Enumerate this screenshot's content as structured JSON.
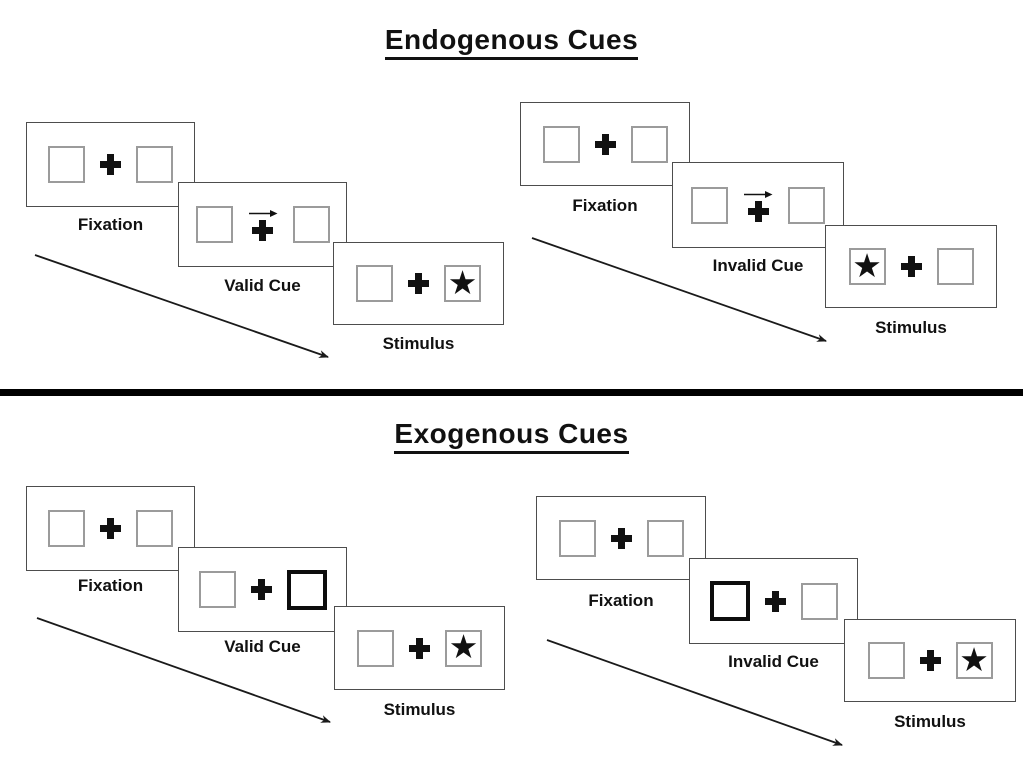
{
  "figure": {
    "sections": [
      {
        "title": "Endogenous Cues",
        "groups": [
          {
            "name": "valid-trial",
            "panels": [
              {
                "label": "Fixation",
                "left_box": "empty",
                "right_box": "empty",
                "cue": "none"
              },
              {
                "label": "Valid Cue",
                "left_box": "empty",
                "right_box": "empty",
                "cue": "arrow-right"
              },
              {
                "label": "Stimulus",
                "left_box": "empty",
                "right_box": "star",
                "cue": "none"
              }
            ]
          },
          {
            "name": "invalid-trial",
            "panels": [
              {
                "label": "Fixation",
                "left_box": "empty",
                "right_box": "empty",
                "cue": "none"
              },
              {
                "label": "Invalid Cue",
                "left_box": "empty",
                "right_box": "empty",
                "cue": "arrow-right"
              },
              {
                "label": "Stimulus",
                "left_box": "star",
                "right_box": "empty",
                "cue": "none"
              }
            ]
          }
        ]
      },
      {
        "title": "Exogenous Cues",
        "groups": [
          {
            "name": "valid-trial",
            "panels": [
              {
                "label": "Fixation",
                "left_box": "empty",
                "right_box": "empty",
                "cue": "none"
              },
              {
                "label": "Valid Cue",
                "left_box": "empty",
                "right_box": "thick-outline",
                "cue": "brightened-box-right"
              },
              {
                "label": "Stimulus",
                "left_box": "empty",
                "right_box": "star",
                "cue": "none"
              }
            ]
          },
          {
            "name": "invalid-trial",
            "panels": [
              {
                "label": "Fixation",
                "left_box": "empty",
                "right_box": "empty",
                "cue": "none"
              },
              {
                "label": "Invalid Cue",
                "left_box": "thick-outline",
                "right_box": "empty",
                "cue": "brightened-box-left"
              },
              {
                "label": "Stimulus",
                "left_box": "empty",
                "right_box": "star",
                "cue": "none"
              }
            ]
          }
        ]
      }
    ]
  },
  "glyphs": {
    "star": "★"
  },
  "colors": {
    "ink": "#111111",
    "box_border": "#9b9b9b",
    "panel_border": "#4d4d4d",
    "divider": "#000000"
  }
}
